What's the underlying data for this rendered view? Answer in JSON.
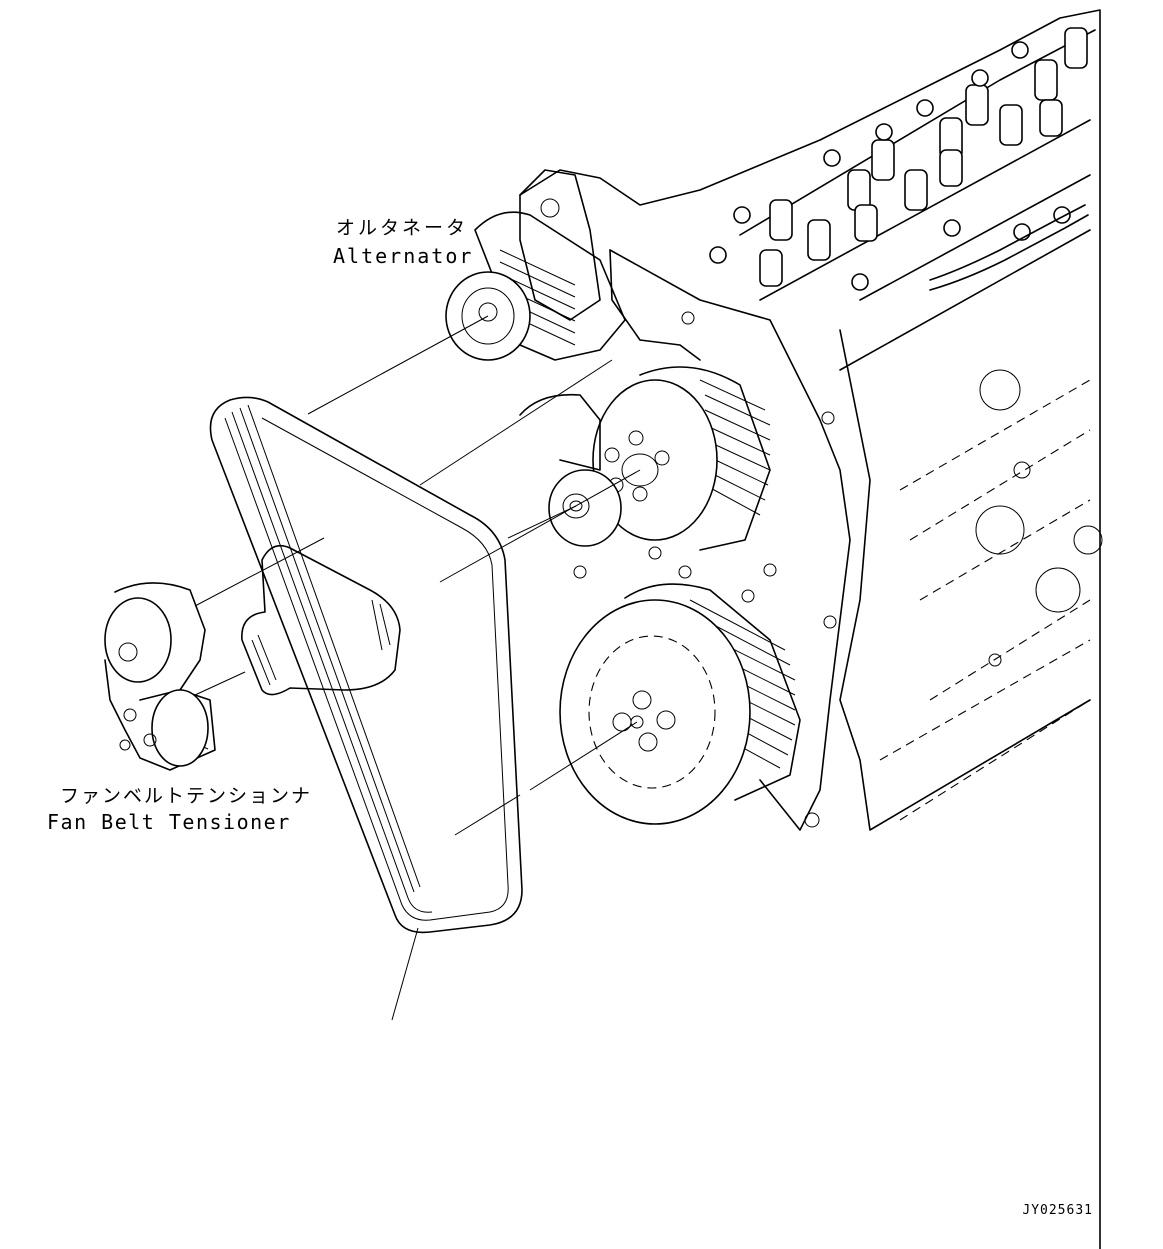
{
  "labels": {
    "alternator_ja": "オルタネータ",
    "alternator_en": "Alternator",
    "tensioner_ja": "ファンベルトテンションナ",
    "tensioner_en": "Fan Belt Tensioner"
  },
  "drawing_id": "JY025631",
  "icons": [
    "engine-block",
    "alternator-pulley",
    "water-pump-pulley",
    "idler-pulley",
    "crankshaft-pulley",
    "fan-belt",
    "fan-belt-tensioner"
  ]
}
